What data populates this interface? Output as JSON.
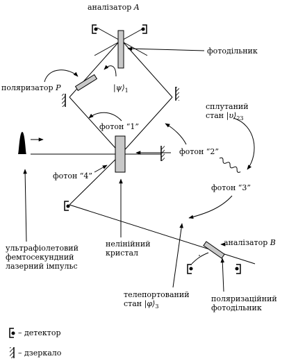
{
  "labels": {
    "analyzer_a": "аналізатор",
    "analyzer_a_letter": "A",
    "beamsplitter": "фотодільник",
    "polarizer": "поляризатор",
    "polarizer_letter": "P",
    "psi_state": "|ψ⟩",
    "psi_sub": "1",
    "entangled_line1": "сплутаний",
    "entangled_line2": "стан",
    "entangled_ket": "|υ⟩",
    "entangled_sub": "23",
    "photon1_top": "фотон “1”",
    "photon2": "фотон “2”",
    "photon1_left": "фотон “4”",
    "photon3": "фотон “3”",
    "analyzer_b": "аналізатор",
    "analyzer_b_letter": "B",
    "uv_line1": "ультрафіолетовий",
    "uv_line2": "фемтосекундний",
    "uv_line3": "лазерний імпульс",
    "crystal_line1": "нелінійний",
    "crystal_line2": "кристал",
    "teleport_line1": "телепортований",
    "teleport_line2": "стан",
    "teleport_ket": "|φ⟩",
    "teleport_sub": "3",
    "pol_bs_line1": "поляризаційний",
    "pol_bs_line2": "фотодільник",
    "legend_detector": "– детектор",
    "legend_mirror": "– дзеркало"
  }
}
